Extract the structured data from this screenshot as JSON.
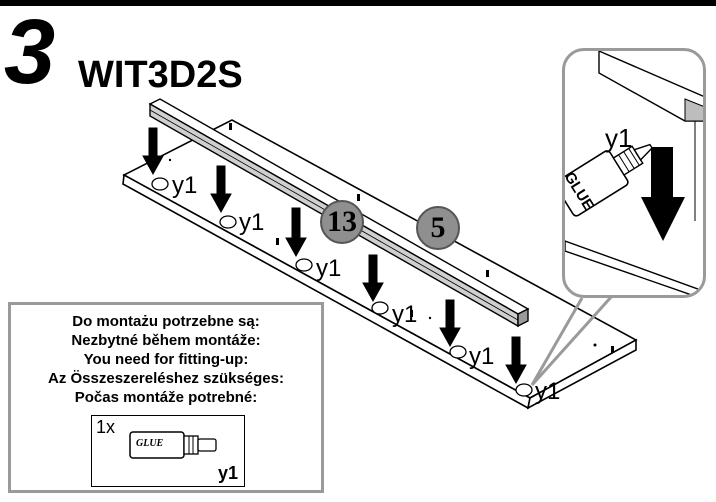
{
  "step": {
    "number": "3",
    "code": "WIT3D2S"
  },
  "parts_callouts": [
    "13",
    "5"
  ],
  "hardware_label": "y1",
  "requirements": {
    "lines": [
      "Do montażu potrzebne są:",
      "Nezbytné během montáže:",
      "You need for fitting-up:",
      "Az Összeszereléshez szükséges:",
      "Počas montáže potrebné:"
    ],
    "item": {
      "qty": "1x",
      "brand": "GLUE",
      "id": "y1"
    }
  },
  "detail": {
    "label": "y1",
    "brand": "GLUE"
  },
  "colors": {
    "badge": "#8f8f8f",
    "frame": "#9a9a9a",
    "ink": "#000000"
  }
}
